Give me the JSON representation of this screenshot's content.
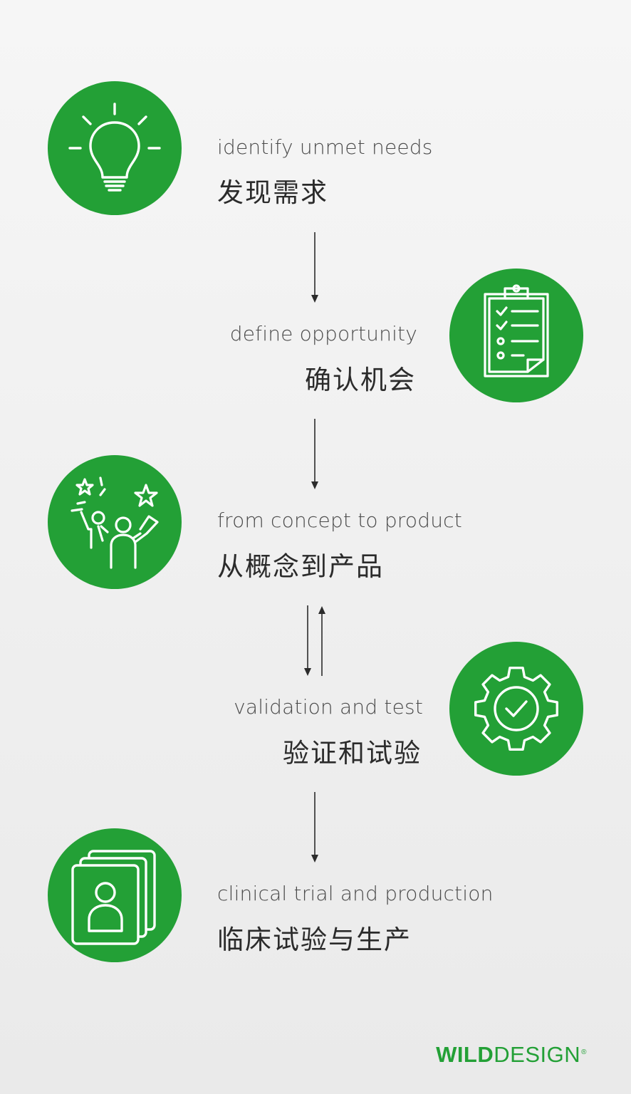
{
  "steps": [
    {
      "en": "identify unmet needs",
      "zh": "发现需求",
      "icon": "lightbulb-icon"
    },
    {
      "en": "define opportunity",
      "zh": "确认机会",
      "icon": "clipboard-checklist-icon"
    },
    {
      "en": "from concept to product",
      "zh": "从概念到产品",
      "icon": "team-celebration-icon"
    },
    {
      "en": "validation and test",
      "zh": "验证和试验",
      "icon": "gear-check-icon"
    },
    {
      "en": "clinical trial and production",
      "zh": "临床试验与生产",
      "icon": "patient-cards-icon"
    }
  ],
  "logo": {
    "bold": "WILD",
    "light": "DESIGN",
    "mark": "®"
  },
  "colors": {
    "accent": "#23a036",
    "background": "#f3f3f3"
  }
}
